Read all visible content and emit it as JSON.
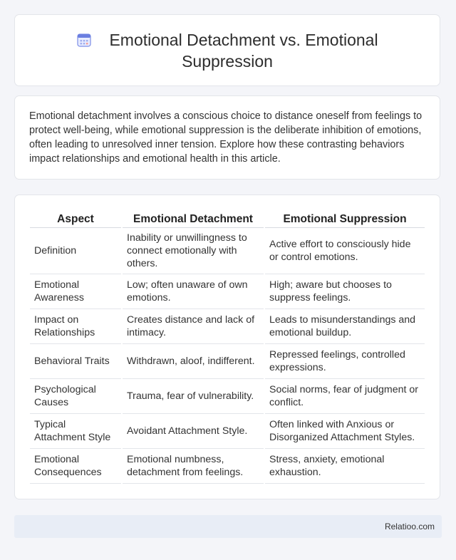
{
  "header": {
    "title": "Emotional Detachment vs. Emotional Suppression",
    "icon": "calendar-icon"
  },
  "intro": {
    "text": "Emotional detachment involves a conscious choice to distance oneself from feelings to protect well-being, while emotional suppression is the deliberate inhibition of emotions, often leading to unresolved inner tension. Explore how these contrasting behaviors impact relationships and emotional health in this article."
  },
  "table": {
    "headers": [
      "Aspect",
      "Emotional Detachment",
      "Emotional Suppression"
    ],
    "rows": [
      [
        "Definition",
        "Inability or unwillingness to connect emotionally with others.",
        "Active effort to consciously hide or control emotions."
      ],
      [
        "Emotional Awareness",
        "Low; often unaware of own emotions.",
        "High; aware but chooses to suppress feelings."
      ],
      [
        "Impact on Relationships",
        "Creates distance and lack of intimacy.",
        "Leads to misunderstandings and emotional buildup."
      ],
      [
        "Behavioral Traits",
        "Withdrawn, aloof, indifferent.",
        "Repressed feelings, controlled expressions."
      ],
      [
        "Psychological Causes",
        "Trauma, fear of vulnerability.",
        "Social norms, fear of judgment or conflict."
      ],
      [
        "Typical Attachment Style",
        "Avoidant Attachment Style.",
        "Often linked with Anxious or Disorganized Attachment Styles."
      ],
      [
        "Emotional Consequences",
        "Emotional numbness, detachment from feelings.",
        "Stress, anxiety, emotional exhaustion."
      ]
    ]
  },
  "footer": {
    "brand": "Relatioo.com"
  },
  "colors": {
    "page_bg": "#f4f5f9",
    "card_bg": "#ffffff",
    "footer_bg": "#e8edf6",
    "icon_accent": "#6b7fe0"
  }
}
